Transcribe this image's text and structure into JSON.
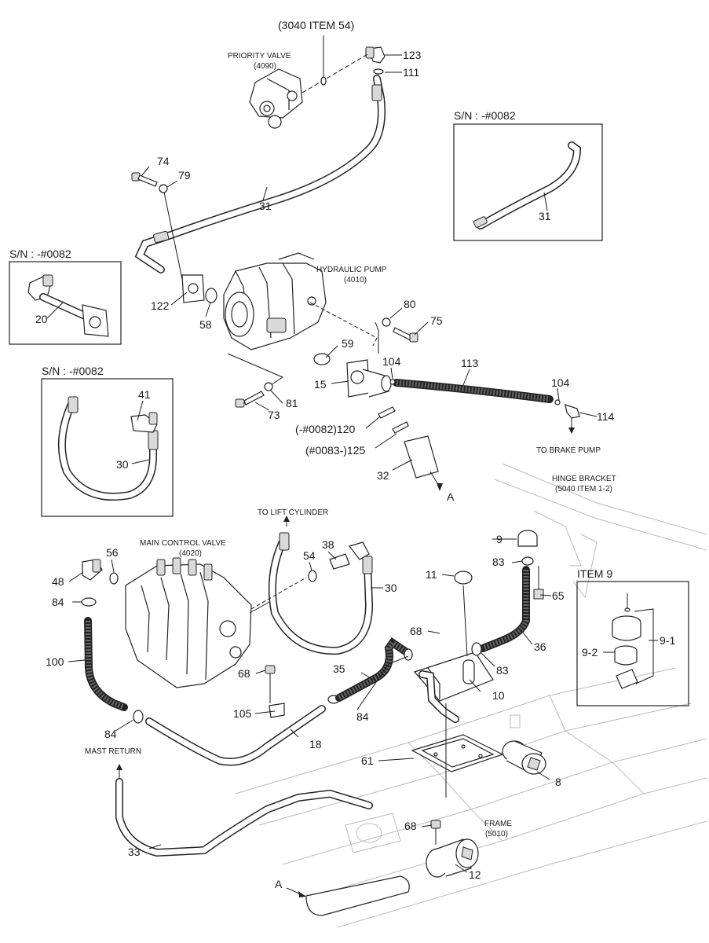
{
  "top_ref": "(3040 ITEM 54)",
  "priority_valve": {
    "name": "PRIORITY VALVE",
    "ref": "(4090)"
  },
  "hydraulic_pump": {
    "name": "HYDRAULIC PUMP",
    "ref": "(4010)"
  },
  "main_control_valve": {
    "name": "MAIN CONTROL VALVE",
    "ref": "(4020)"
  },
  "hinge_bracket": {
    "name": "HINGE BRACKET",
    "ref": "(5040 ITEM 1-2)"
  },
  "frame": {
    "name": "FRAME",
    "ref": "(5010)"
  },
  "to_lift_cylinder": "TO LIFT CYLINDER",
  "to_brake_pump": "TO BRAKE PUMP",
  "mast_return": "MAST RETURN",
  "sn_top_right": "S/N : -#0082",
  "sn_left_upper": "S/N : -#0082",
  "sn_left_lower": "S/N : -#0082",
  "item9_title": "ITEM 9",
  "arrow_a": "A",
  "callouts": {
    "c123": "123",
    "c111": "111",
    "c74": "74",
    "c79": "79",
    "c31": "31",
    "c31b": "31",
    "c122": "122",
    "c58": "58",
    "c20": "20",
    "c80": "80",
    "c75": "75",
    "c59": "59",
    "c104a": "104",
    "c113": "113",
    "c104b": "104",
    "c114": "114",
    "c15": "15",
    "c73": "73",
    "c81": "81",
    "c120": "(-#0082)120",
    "c125": "(#0083-)125",
    "c32": "32",
    "c41": "41",
    "c30a": "30",
    "c9": "9",
    "c83a": "83",
    "c65": "65",
    "c11": "11",
    "c56": "56",
    "c48": "48",
    "c84a": "84",
    "c54": "54",
    "c38": "38",
    "c30b": "30",
    "c68a": "68",
    "c36": "36",
    "c83b": "83",
    "c100": "100",
    "c68b": "68",
    "c35": "35",
    "c10": "10",
    "c105": "105",
    "c84b": "84",
    "c84c": "84",
    "c18": "18",
    "c61": "61",
    "c8": "8",
    "c33": "33",
    "c68c": "68",
    "c12": "12",
    "c91": "9-1",
    "c92": "9-2"
  }
}
